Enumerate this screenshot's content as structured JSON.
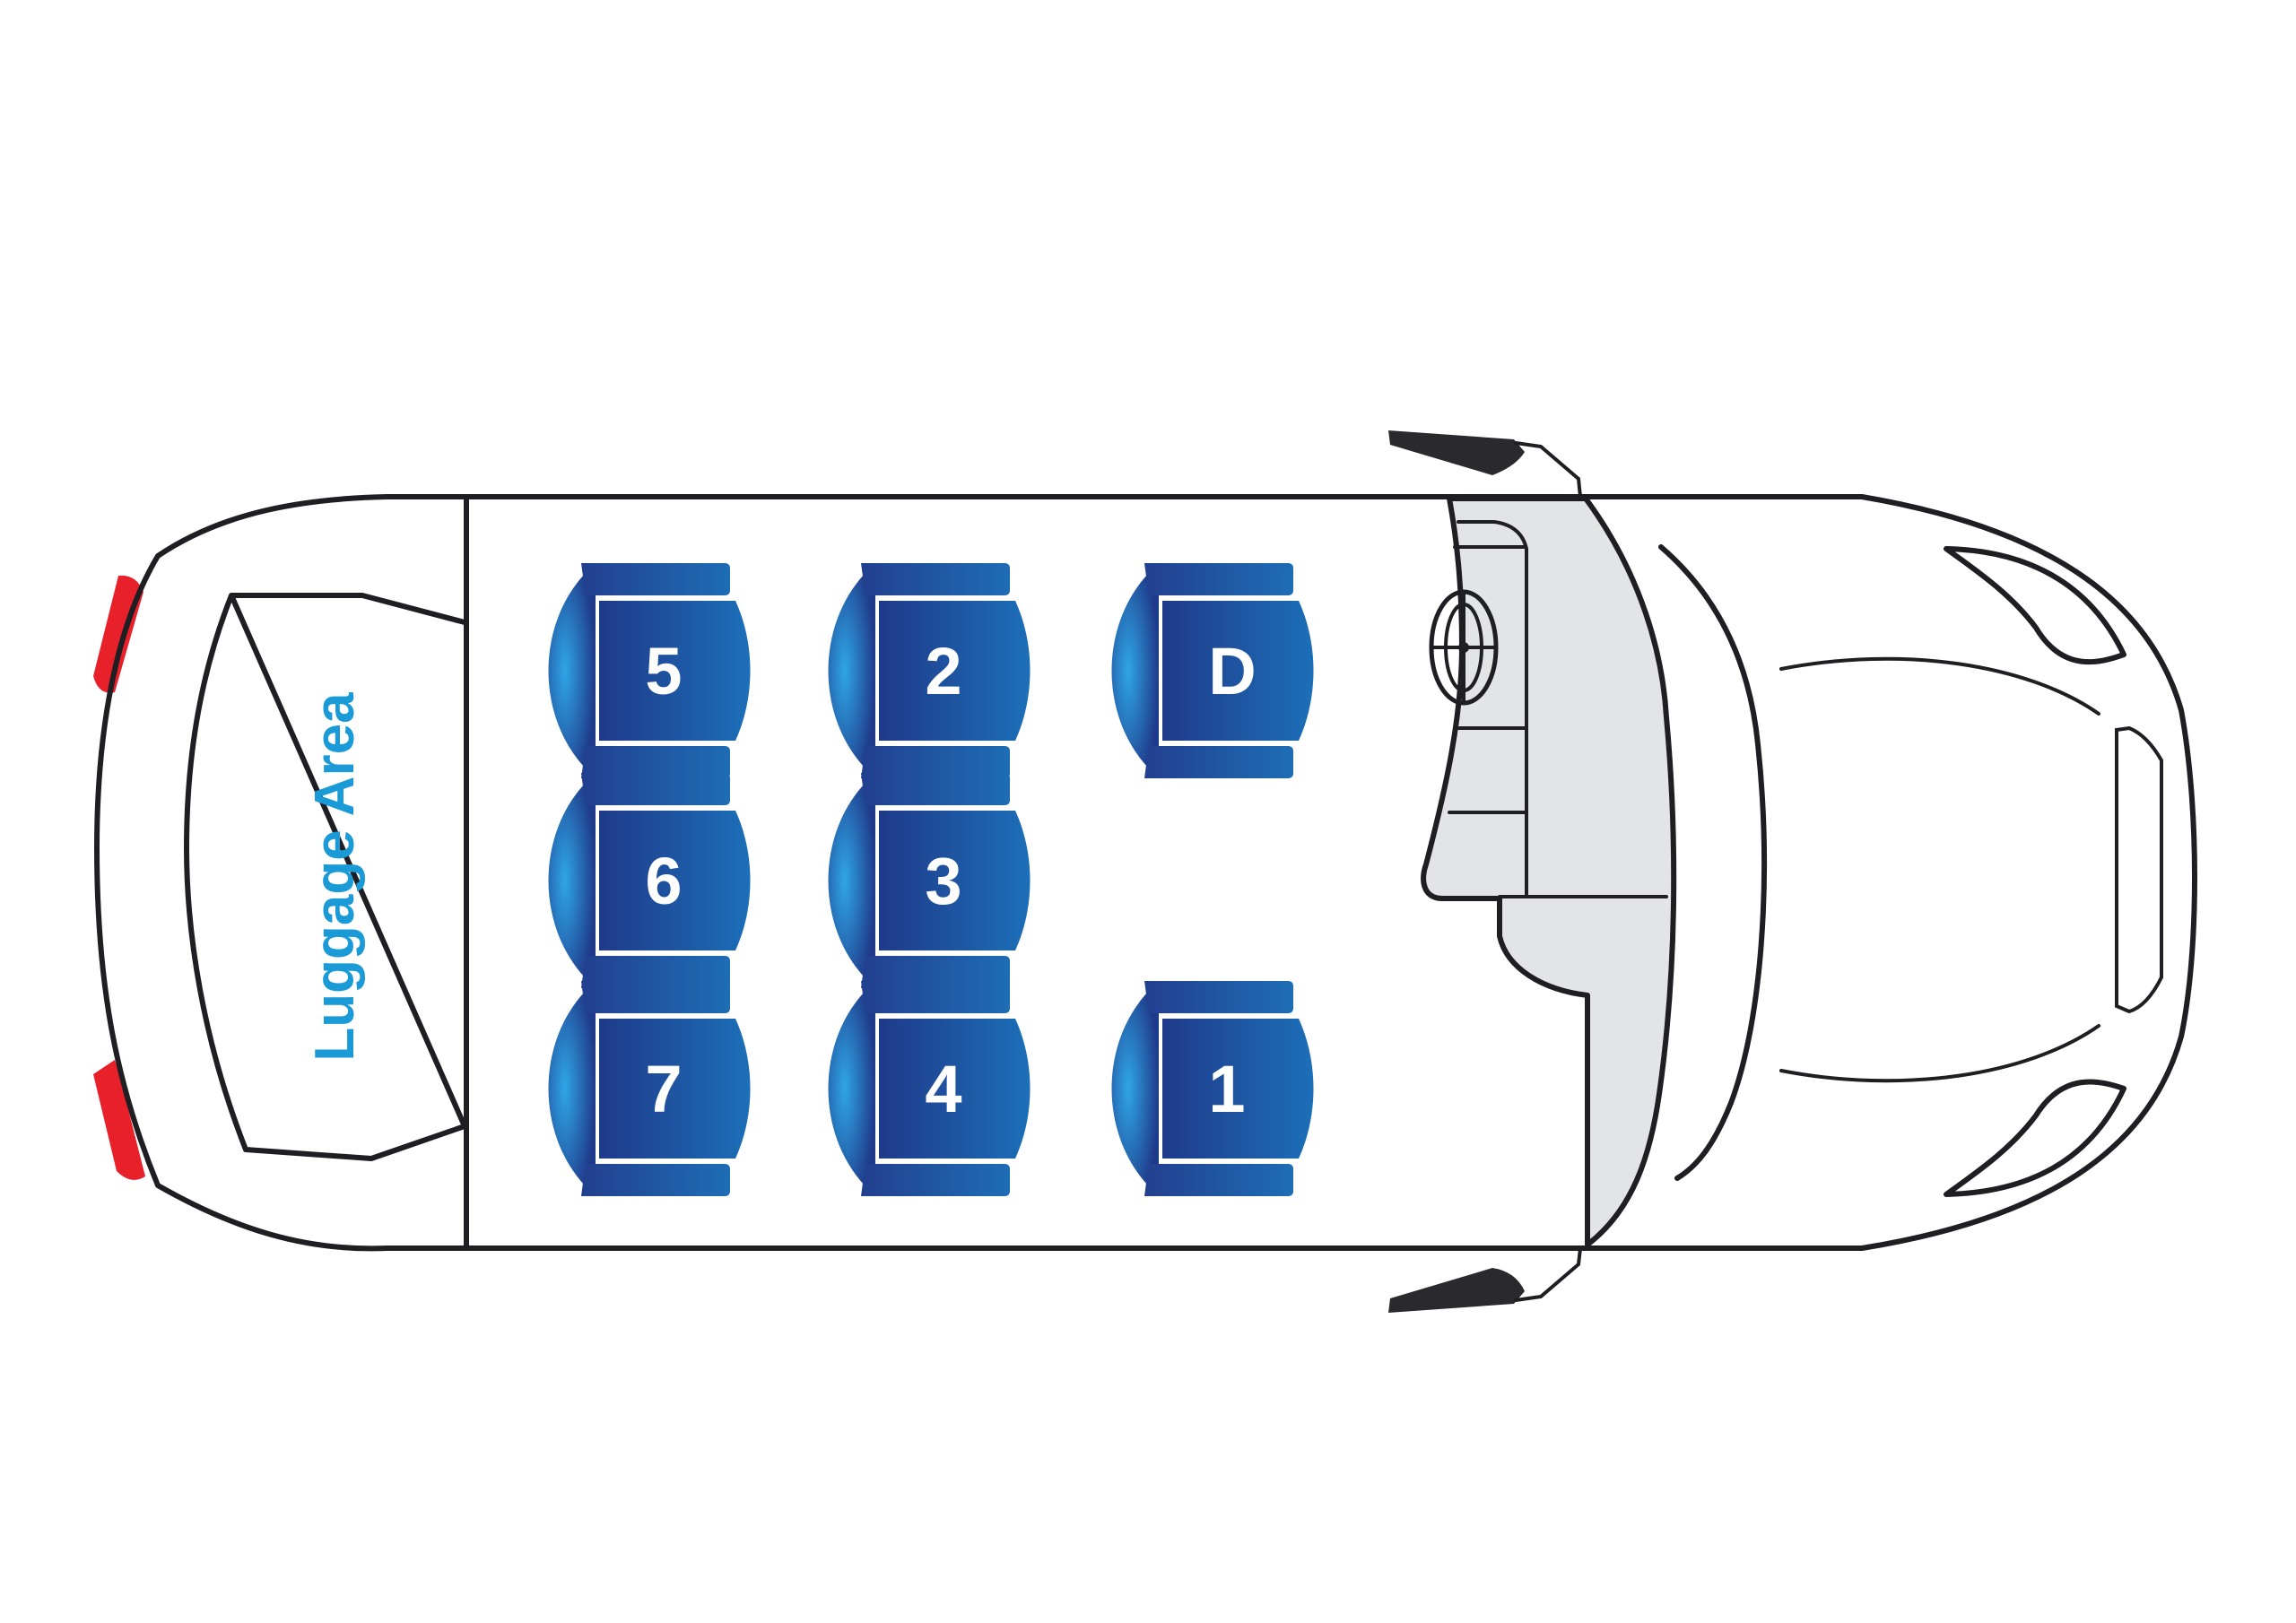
{
  "diagram": {
    "luggage_label": "Luggage Area",
    "seats": [
      {
        "id": "seat-5",
        "label": "5"
      },
      {
        "id": "seat-2",
        "label": "2"
      },
      {
        "id": "seat-driver",
        "label": "D"
      },
      {
        "id": "seat-6",
        "label": "6"
      },
      {
        "id": "seat-3",
        "label": "3"
      },
      {
        "id": "seat-7",
        "label": "7"
      },
      {
        "id": "seat-4",
        "label": "4"
      },
      {
        "id": "seat-1",
        "label": "1"
      }
    ]
  },
  "colors": {
    "seat_dark": "#1f3a8a",
    "seat_light": "#2a93d8",
    "label_blue": "#1a9ad6",
    "tail_light": "#e8202a",
    "cab_fill": "#e3e4e6",
    "outline": "#1f1f23"
  }
}
